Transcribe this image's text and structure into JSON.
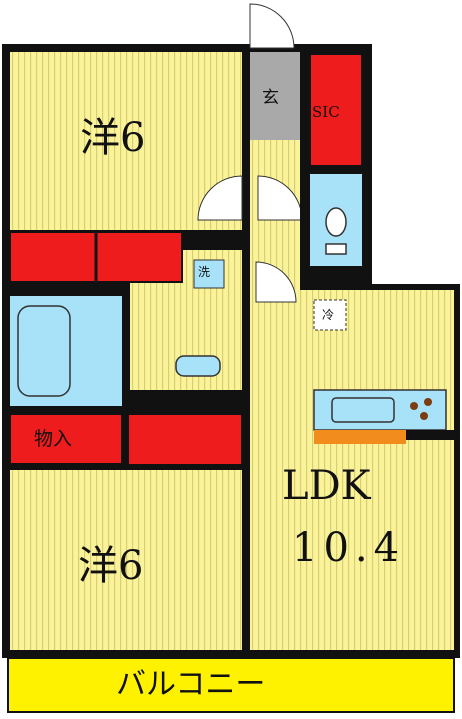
{
  "rooms": {
    "western_room_1": "洋6",
    "western_room_2": "洋6",
    "ldk_label": "LDK",
    "ldk_size": "10.4",
    "entrance": "玄",
    "sic": "SIC",
    "storage": "物入",
    "washroom": "洗",
    "fridge": "冷",
    "balcony": "バルコニー"
  },
  "colors": {
    "floor_yellow": "#fbf39a",
    "floor_stripe": "#d8cf74",
    "closet_red": "#ee1c1c",
    "wet_blue": "#a8e2f8",
    "entrance_gray": "#a9a9a9",
    "counter_orange": "#f28c1c",
    "balcony_yellow": "#fff200",
    "wall": "#111111"
  }
}
